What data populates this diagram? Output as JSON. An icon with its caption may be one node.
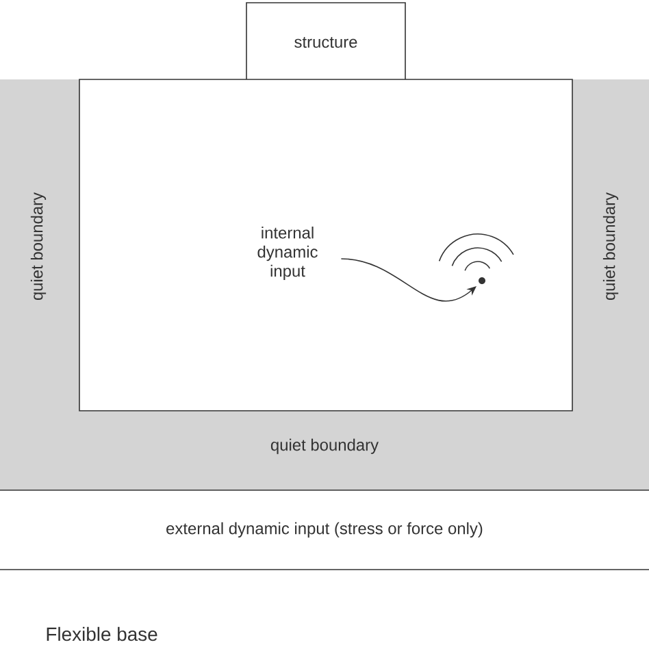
{
  "diagram": {
    "nodes": [
      {
        "text": [
          "structure"
        ]
      },
      {
        "text": [
          "quiet boundary",
          "quiet boundary",
          "quiet boundary"
        ]
      },
      {
        "text": [],
        "shape": "box",
        "in": 1
      },
      {
        "text": [
          "internal dynamic input"
        ],
        "in": 2
      },
      {
        "text": [],
        "shape": "circle",
        "in": 2
      },
      {
        "text": [
          "external dynamic input (stress or force only)"
        ]
      }
    ],
    "edges": [
      {
        "from": 3,
        "to": 4,
        "arrow": "to"
      }
    ],
    "labels": [
      "Flexible base"
    ]
  }
}
